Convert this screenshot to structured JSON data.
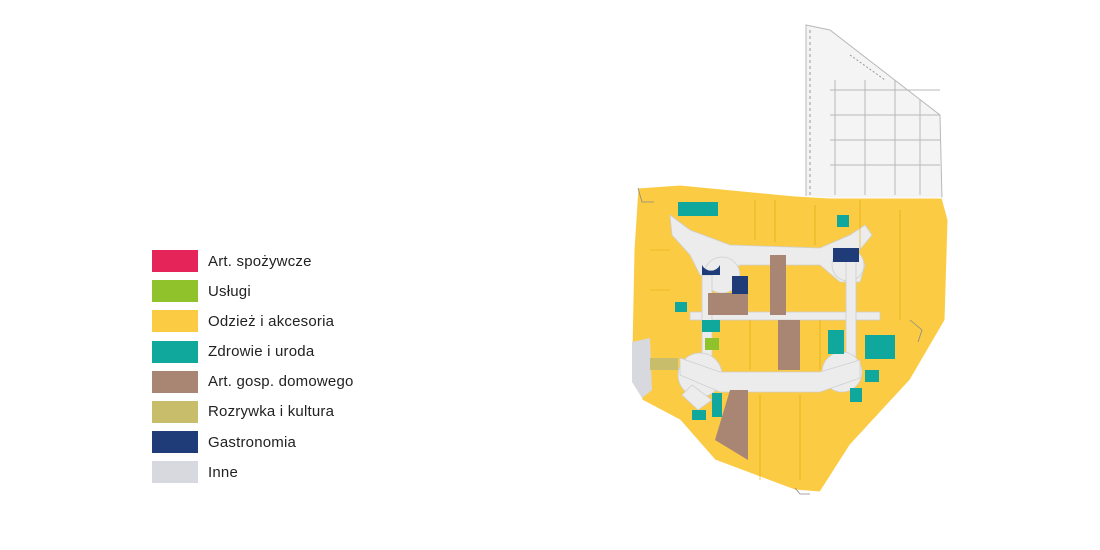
{
  "legend": {
    "items": [
      {
        "label": "Art. spożywcze",
        "color": "#e5245a"
      },
      {
        "label": "Usługi",
        "color": "#8fc22b"
      },
      {
        "label": "Odzież i akcesoria",
        "color": "#fbcb43"
      },
      {
        "label": "Zdrowie i uroda",
        "color": "#10a79c"
      },
      {
        "label": "Art. gosp. domowego",
        "color": "#a98573"
      },
      {
        "label": "Rozrywka i kultura",
        "color": "#c8bd6a"
      },
      {
        "label": "Gastronomia",
        "color": "#1f3b78"
      },
      {
        "label": "Inne",
        "color": "#d8d8df"
      }
    ]
  }
}
